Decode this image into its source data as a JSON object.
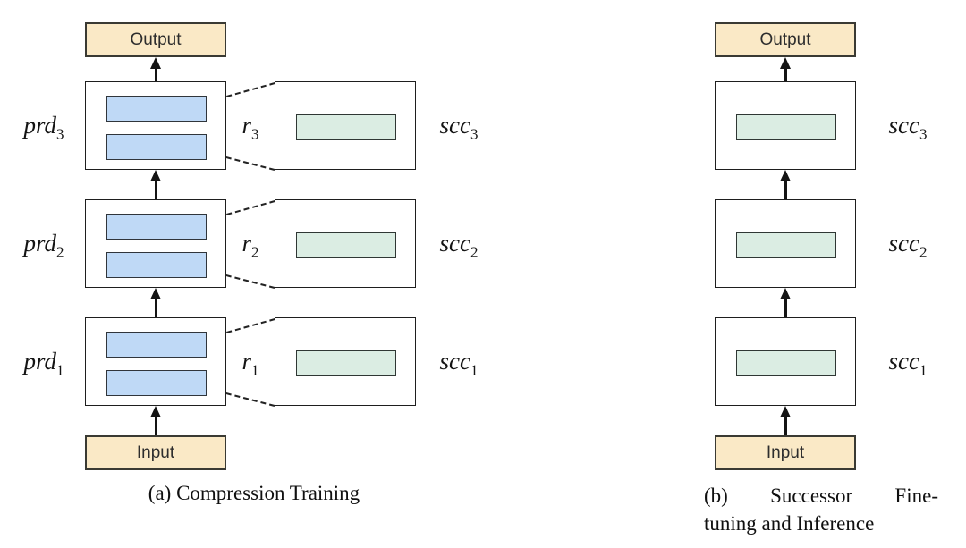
{
  "panels": {
    "a": {
      "caption": "(a) Compression Training",
      "output_label": "Output",
      "input_label": "Input",
      "rows": [
        {
          "prd_base": "prd",
          "prd_sub": "3",
          "r_base": "r",
          "r_sub": "3",
          "scc_base": "scc",
          "scc_sub": "3"
        },
        {
          "prd_base": "prd",
          "prd_sub": "2",
          "r_base": "r",
          "r_sub": "2",
          "scc_base": "scc",
          "scc_sub": "2"
        },
        {
          "prd_base": "prd",
          "prd_sub": "1",
          "r_base": "r",
          "r_sub": "1",
          "scc_base": "scc",
          "scc_sub": "1"
        }
      ]
    },
    "b": {
      "caption_line1": "(b) Successor Fine-",
      "caption_line2": "tuning and Inference",
      "output_label": "Output",
      "input_label": "Input",
      "rows": [
        {
          "scc_base": "scc",
          "scc_sub": "3"
        },
        {
          "scc_base": "scc",
          "scc_sub": "2"
        },
        {
          "scc_base": "scc",
          "scc_sub": "1"
        }
      ]
    }
  },
  "colors": {
    "io_fill": "#FAE9C6",
    "module_fill": "#FFFFFF",
    "predecessor_layer_fill": "#BFD9F6",
    "successor_layer_fill": "#DBEDE3",
    "border": "#1E1E1E",
    "arrow": "#141414"
  }
}
